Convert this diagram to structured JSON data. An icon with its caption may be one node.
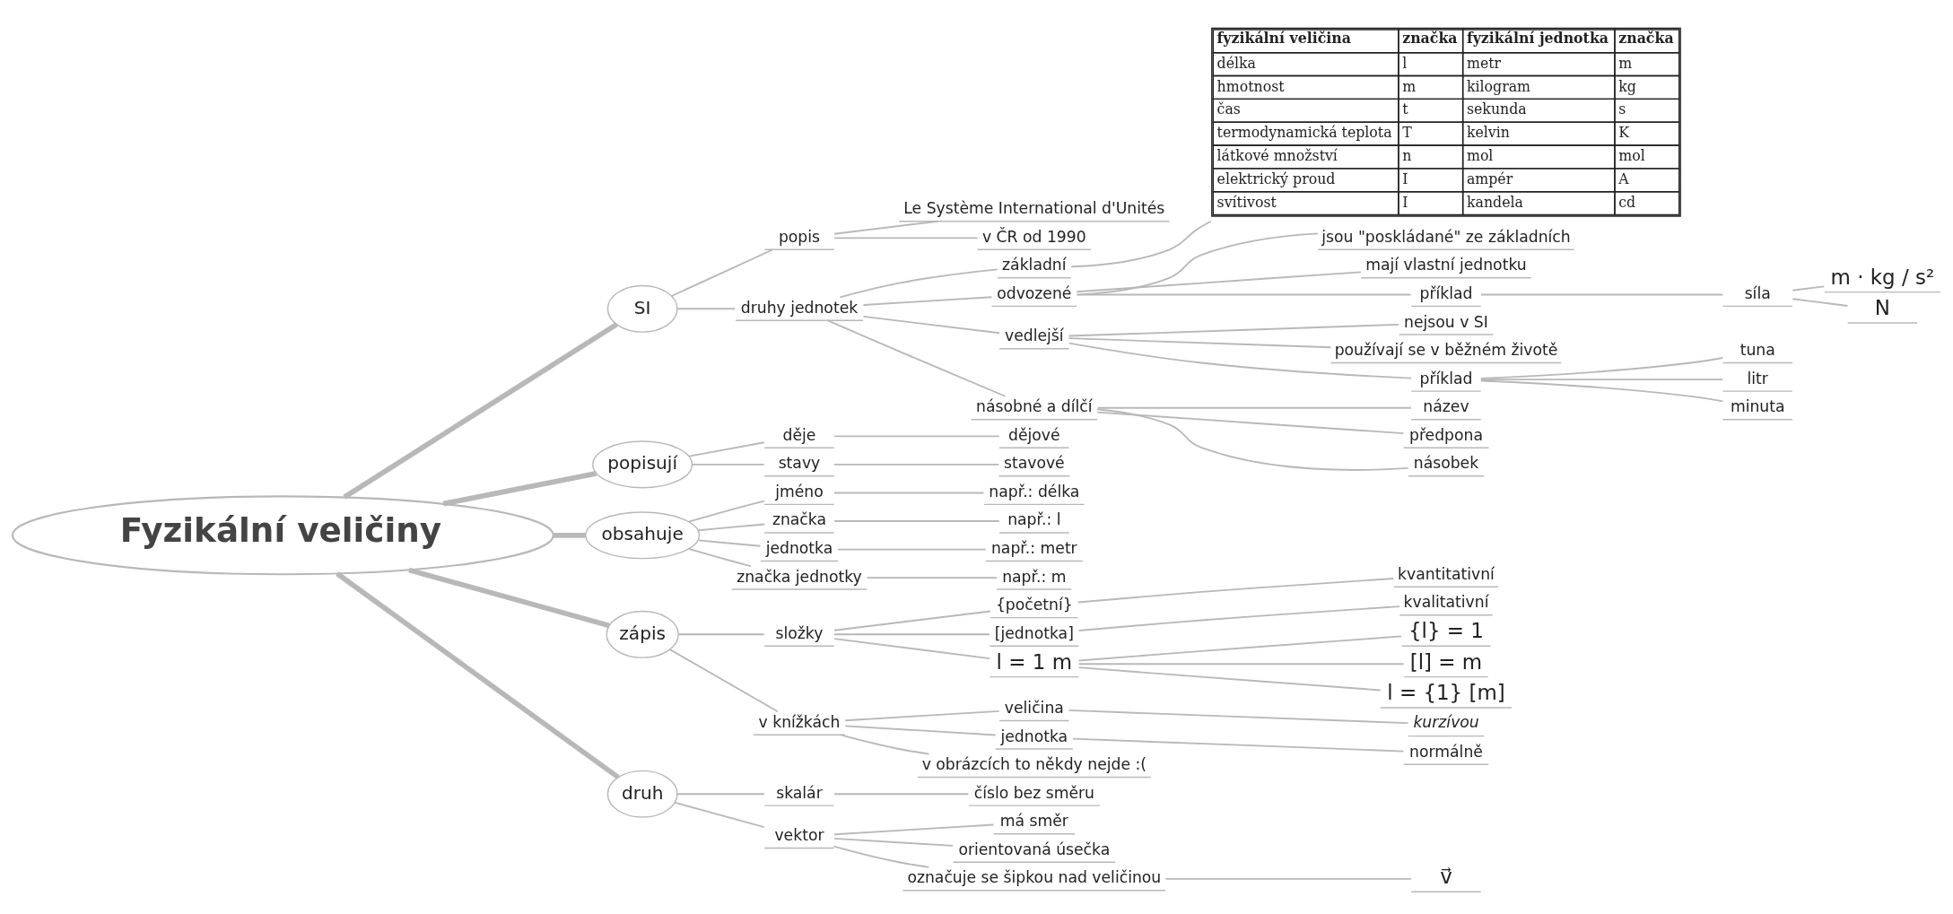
{
  "diagram": {
    "nodes": [
      {
        "text": [
          "Fyzikální veličiny"
        ]
      },
      {
        "text": [
          "SI"
        ]
      },
      {
        "text": [
          "popis"
        ]
      },
      {
        "text": [
          "Le Système International d'Unités"
        ]
      },
      {
        "text": [
          "v ČR od 1990"
        ]
      },
      {
        "text": [
          "druhy jednotek"
        ]
      },
      {
        "text": [
          "základní"
        ]
      },
      {
        "text": [
          "fyzikální veličina",
          "značka",
          "fyzikální jednotka",
          "značka",
          "délka",
          "l",
          "metr",
          "m",
          "hmotnost",
          "m",
          "kilogram",
          "kg",
          "čas",
          "t",
          "sekunda",
          "s",
          "termodynamická teplota",
          "T",
          "kelvin",
          "K",
          "látkové množství",
          "n",
          "mol",
          "mol",
          "elektrický proud",
          "I",
          "ampér",
          "A",
          "svítivost",
          "I",
          "kandela",
          "cd"
        ]
      },
      {
        "text": [
          "odvozené"
        ]
      },
      {
        "text": [
          "jsou \"poskládané\" ze základních"
        ]
      },
      {
        "text": [
          "mají vlastní jednotku"
        ]
      },
      {
        "text": [
          "příklad"
        ]
      },
      {
        "text": [
          "síla"
        ]
      },
      {
        "text": [
          "m · kg / s²"
        ]
      },
      {
        "text": [
          "N"
        ]
      },
      {
        "text": [
          "vedlejší"
        ]
      },
      {
        "text": [
          "nejsou v SI"
        ]
      },
      {
        "text": [
          "používají se v běžném životě"
        ]
      },
      {
        "text": [
          "příklad"
        ]
      },
      {
        "text": [
          "tuna"
        ]
      },
      {
        "text": [
          "litr"
        ]
      },
      {
        "text": [
          "minuta"
        ]
      },
      {
        "text": [
          "násobné a dílčí"
        ]
      },
      {
        "text": [
          "název"
        ]
      },
      {
        "text": [
          "předpona"
        ]
      },
      {
        "text": [
          "násobek"
        ]
      },
      {
        "text": [
          "popisují"
        ]
      },
      {
        "text": [
          "děje"
        ]
      },
      {
        "text": [
          "dějové"
        ]
      },
      {
        "text": [
          "stavy"
        ]
      },
      {
        "text": [
          "stavové"
        ]
      },
      {
        "text": [
          "obsahuje"
        ]
      },
      {
        "text": [
          "jméno"
        ]
      },
      {
        "text": [
          "např.: délka"
        ]
      },
      {
        "text": [
          "značka"
        ]
      },
      {
        "text": [
          "např.: l"
        ]
      },
      {
        "text": [
          "jednotka"
        ]
      },
      {
        "text": [
          "např.: metr"
        ]
      },
      {
        "text": [
          "značka jednotky"
        ]
      },
      {
        "text": [
          "např.: m"
        ]
      },
      {
        "text": [
          "zápis"
        ]
      },
      {
        "text": [
          "složky"
        ]
      },
      {
        "text": [
          "{početní}"
        ]
      },
      {
        "text": [
          "kvantitativní"
        ]
      },
      {
        "text": [
          "[jednotka]"
        ]
      },
      {
        "text": [
          "kvalitativní"
        ]
      },
      {
        "text": [
          "l = 1 m"
        ]
      },
      {
        "text": [
          "{l} = 1"
        ]
      },
      {
        "text": [
          "[l] = m"
        ]
      },
      {
        "text": [
          "l = {1} [m]"
        ]
      },
      {
        "text": [
          "v knížkách"
        ]
      },
      {
        "text": [
          "veličina"
        ]
      },
      {
        "text": [
          "kurzívou"
        ]
      },
      {
        "text": [
          "jednotka"
        ]
      },
      {
        "text": [
          "normálně"
        ]
      },
      {
        "text": [
          "v obrázcích to někdy nejde :("
        ]
      },
      {
        "text": [
          "druh"
        ]
      },
      {
        "text": [
          "skalár"
        ]
      },
      {
        "text": [
          "číslo bez směru"
        ]
      },
      {
        "text": [
          "vektor"
        ]
      },
      {
        "text": [
          "má směr"
        ]
      },
      {
        "text": [
          "orientovaná úsečka"
        ]
      },
      {
        "text": [
          "označuje se šipkou nad veličinou"
        ]
      },
      {
        "text": [
          "v⃗"
        ]
      }
    ],
    "edges": [
      {
        "from": 0,
        "to": 1,
        "arrow": "none",
        "style": "thick"
      },
      {
        "from": 1,
        "to": 2,
        "arrow": "none"
      },
      {
        "from": 2,
        "to": 3,
        "arrow": "none"
      },
      {
        "from": 2,
        "to": 4,
        "arrow": "none"
      },
      {
        "from": 1,
        "to": 5,
        "arrow": "none"
      },
      {
        "from": 5,
        "to": 6,
        "arrow": "none"
      },
      {
        "from": 6,
        "to": 7,
        "arrow": "none"
      },
      {
        "from": 5,
        "to": 8,
        "arrow": "none"
      },
      {
        "from": 8,
        "to": 9,
        "arrow": "none"
      },
      {
        "from": 8,
        "to": 10,
        "arrow": "none"
      },
      {
        "from": 8,
        "to": 11,
        "arrow": "none"
      },
      {
        "from": 11,
        "to": 12,
        "arrow": "none"
      },
      {
        "from": 12,
        "to": 13,
        "arrow": "none"
      },
      {
        "from": 12,
        "to": 14,
        "arrow": "none"
      },
      {
        "from": 5,
        "to": 15,
        "arrow": "none"
      },
      {
        "from": 15,
        "to": 16,
        "arrow": "none"
      },
      {
        "from": 15,
        "to": 17,
        "arrow": "none"
      },
      {
        "from": 15,
        "to": 18,
        "arrow": "none"
      },
      {
        "from": 18,
        "to": 19,
        "arrow": "none"
      },
      {
        "from": 18,
        "to": 20,
        "arrow": "none"
      },
      {
        "from": 18,
        "to": 21,
        "arrow": "none"
      },
      {
        "from": 5,
        "to": 22,
        "arrow": "none"
      },
      {
        "from": 22,
        "to": 23,
        "arrow": "none"
      },
      {
        "from": 22,
        "to": 24,
        "arrow": "none"
      },
      {
        "from": 22,
        "to": 25,
        "arrow": "none"
      },
      {
        "from": 0,
        "to": 26,
        "arrow": "none",
        "style": "thick"
      },
      {
        "from": 26,
        "to": 27,
        "arrow": "none"
      },
      {
        "from": 27,
        "to": 28,
        "arrow": "none"
      },
      {
        "from": 26,
        "to": 29,
        "arrow": "none"
      },
      {
        "from": 29,
        "to": 30,
        "arrow": "none"
      },
      {
        "from": 0,
        "to": 31,
        "arrow": "none",
        "style": "thick"
      },
      {
        "from": 31,
        "to": 32,
        "arrow": "none"
      },
      {
        "from": 32,
        "to": 33,
        "arrow": "none"
      },
      {
        "from": 31,
        "to": 34,
        "arrow": "none"
      },
      {
        "from": 34,
        "to": 35,
        "arrow": "none"
      },
      {
        "from": 31,
        "to": 36,
        "arrow": "none"
      },
      {
        "from": 36,
        "to": 37,
        "arrow": "none"
      },
      {
        "from": 31,
        "to": 38,
        "arrow": "none"
      },
      {
        "from": 38,
        "to": 39,
        "arrow": "none"
      },
      {
        "from": 0,
        "to": 40,
        "arrow": "none",
        "style": "thick"
      },
      {
        "from": 40,
        "to": 41,
        "arrow": "none"
      },
      {
        "from": 41,
        "to": 42,
        "arrow": "none"
      },
      {
        "from": 42,
        "to": 43,
        "arrow": "none"
      },
      {
        "from": 41,
        "to": 44,
        "arrow": "none"
      },
      {
        "from": 44,
        "to": 45,
        "arrow": "none"
      },
      {
        "from": 41,
        "to": 46,
        "arrow": "none"
      },
      {
        "from": 46,
        "to": 47,
        "arrow": "none"
      },
      {
        "from": 46,
        "to": 48,
        "arrow": "none"
      },
      {
        "from": 46,
        "to": 49,
        "arrow": "none"
      },
      {
        "from": 40,
        "to": 50,
        "arrow": "none"
      },
      {
        "from": 50,
        "to": 51,
        "arrow": "none"
      },
      {
        "from": 51,
        "to": 52,
        "arrow": "none"
      },
      {
        "from": 50,
        "to": 53,
        "arrow": "none"
      },
      {
        "from": 53,
        "to": 54,
        "arrow": "none"
      },
      {
        "from": 50,
        "to": 55,
        "arrow": "none"
      },
      {
        "from": 0,
        "to": 56,
        "arrow": "none",
        "style": "thick"
      },
      {
        "from": 56,
        "to": 57,
        "arrow": "none"
      },
      {
        "from": 57,
        "to": 58,
        "arrow": "none"
      },
      {
        "from": 56,
        "to": 59,
        "arrow": "none"
      },
      {
        "from": 59,
        "to": 60,
        "arrow": "none"
      },
      {
        "from": 59,
        "to": 61,
        "arrow": "none"
      },
      {
        "from": 59,
        "to": 62,
        "arrow": "none"
      },
      {
        "from": 62,
        "to": 63,
        "arrow": "none"
      }
    ]
  }
}
